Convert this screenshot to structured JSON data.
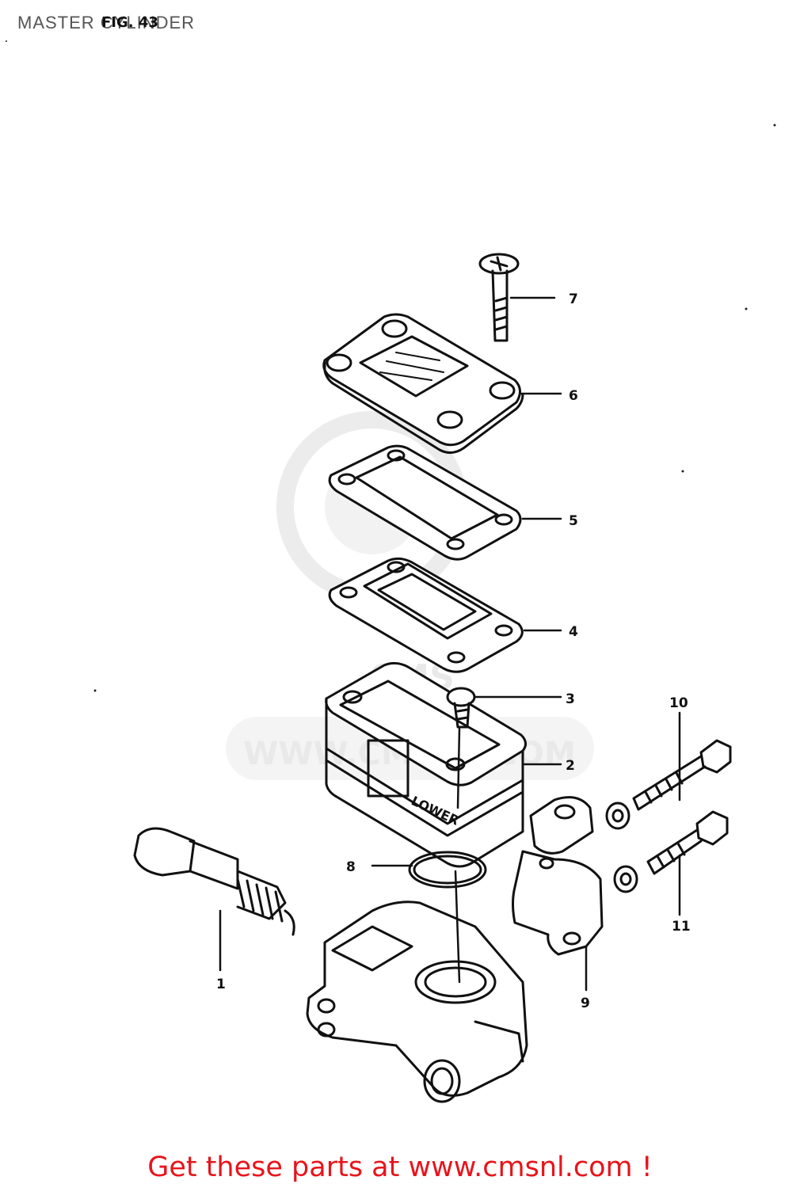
{
  "header": {
    "title": "MASTER CYLINDER",
    "fig_label": "FIG. 43"
  },
  "watermark": {
    "text": "WWW.CMSNL.COM",
    "mark": "CMS"
  },
  "callouts": [
    {
      "number": "1"
    },
    {
      "number": "2"
    },
    {
      "number": "3"
    },
    {
      "number": "4"
    },
    {
      "number": "5"
    },
    {
      "number": "6"
    },
    {
      "number": "7"
    },
    {
      "number": "8"
    },
    {
      "number": "9"
    },
    {
      "number": "10"
    },
    {
      "number": "11"
    }
  ],
  "reservoir_label": "LOWER",
  "footer": {
    "link_text": "Get these parts at www.cmsnl.com !"
  },
  "colors": {
    "footer": "#e8141c",
    "line": "#111111",
    "watermark": "#e9e9e9"
  }
}
